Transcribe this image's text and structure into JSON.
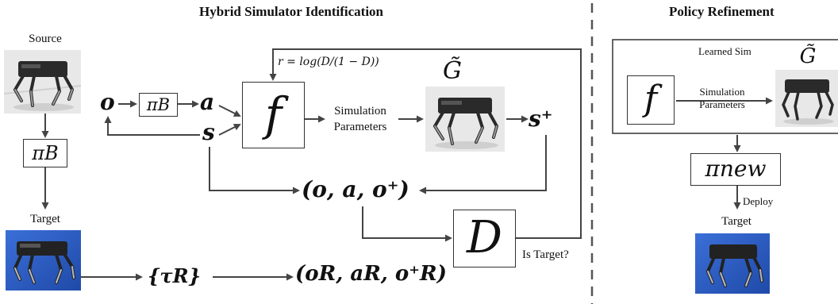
{
  "titles": {
    "left": "Hybrid Simulator Identification",
    "right": "Policy Refinement"
  },
  "labels": {
    "source": "Source",
    "target_left": "Target",
    "target_right": "Target",
    "learned_sim": "Learned Sim",
    "reward": "r = log(D/(1 − D))",
    "sim_params_line1": "Simulation",
    "sim_params_line2": "Parameters",
    "sim_params_small_line1": "Simulation",
    "sim_params_small_line2": "Parameters",
    "is_target": "Is Target?",
    "deploy": "Deploy"
  },
  "math": {
    "o": "o",
    "a": "a",
    "s": "s",
    "s_plus": "s⁺",
    "pi_b_box": "πB",
    "pi_b_left_box": "πB",
    "f_main": "f",
    "f_small": "f",
    "g_tilde_main": "G̃",
    "g_tilde_small": "G̃",
    "d_box": "D",
    "tuple_sim": "(o, a, o⁺)",
    "tau_r": "{τR}",
    "tuple_real": "(oR, aR, o⁺R)",
    "pi_new": "πnew"
  },
  "colors": {
    "sim_bg": "#e8e8e8",
    "real_bg": "#2f5fc8",
    "robot_body": "#2a2a2a",
    "arrow": "#444444",
    "dashed_divider": "#555555"
  },
  "icons": {
    "source_robot": "quadruped-robot-sim-icon",
    "target_robot": "quadruped-robot-real-icon",
    "g_tilde_robot": "quadruped-robot-sim-icon",
    "learned_sim_robot": "quadruped-robot-sim-icon",
    "target_right_robot": "quadruped-robot-real-icon"
  }
}
